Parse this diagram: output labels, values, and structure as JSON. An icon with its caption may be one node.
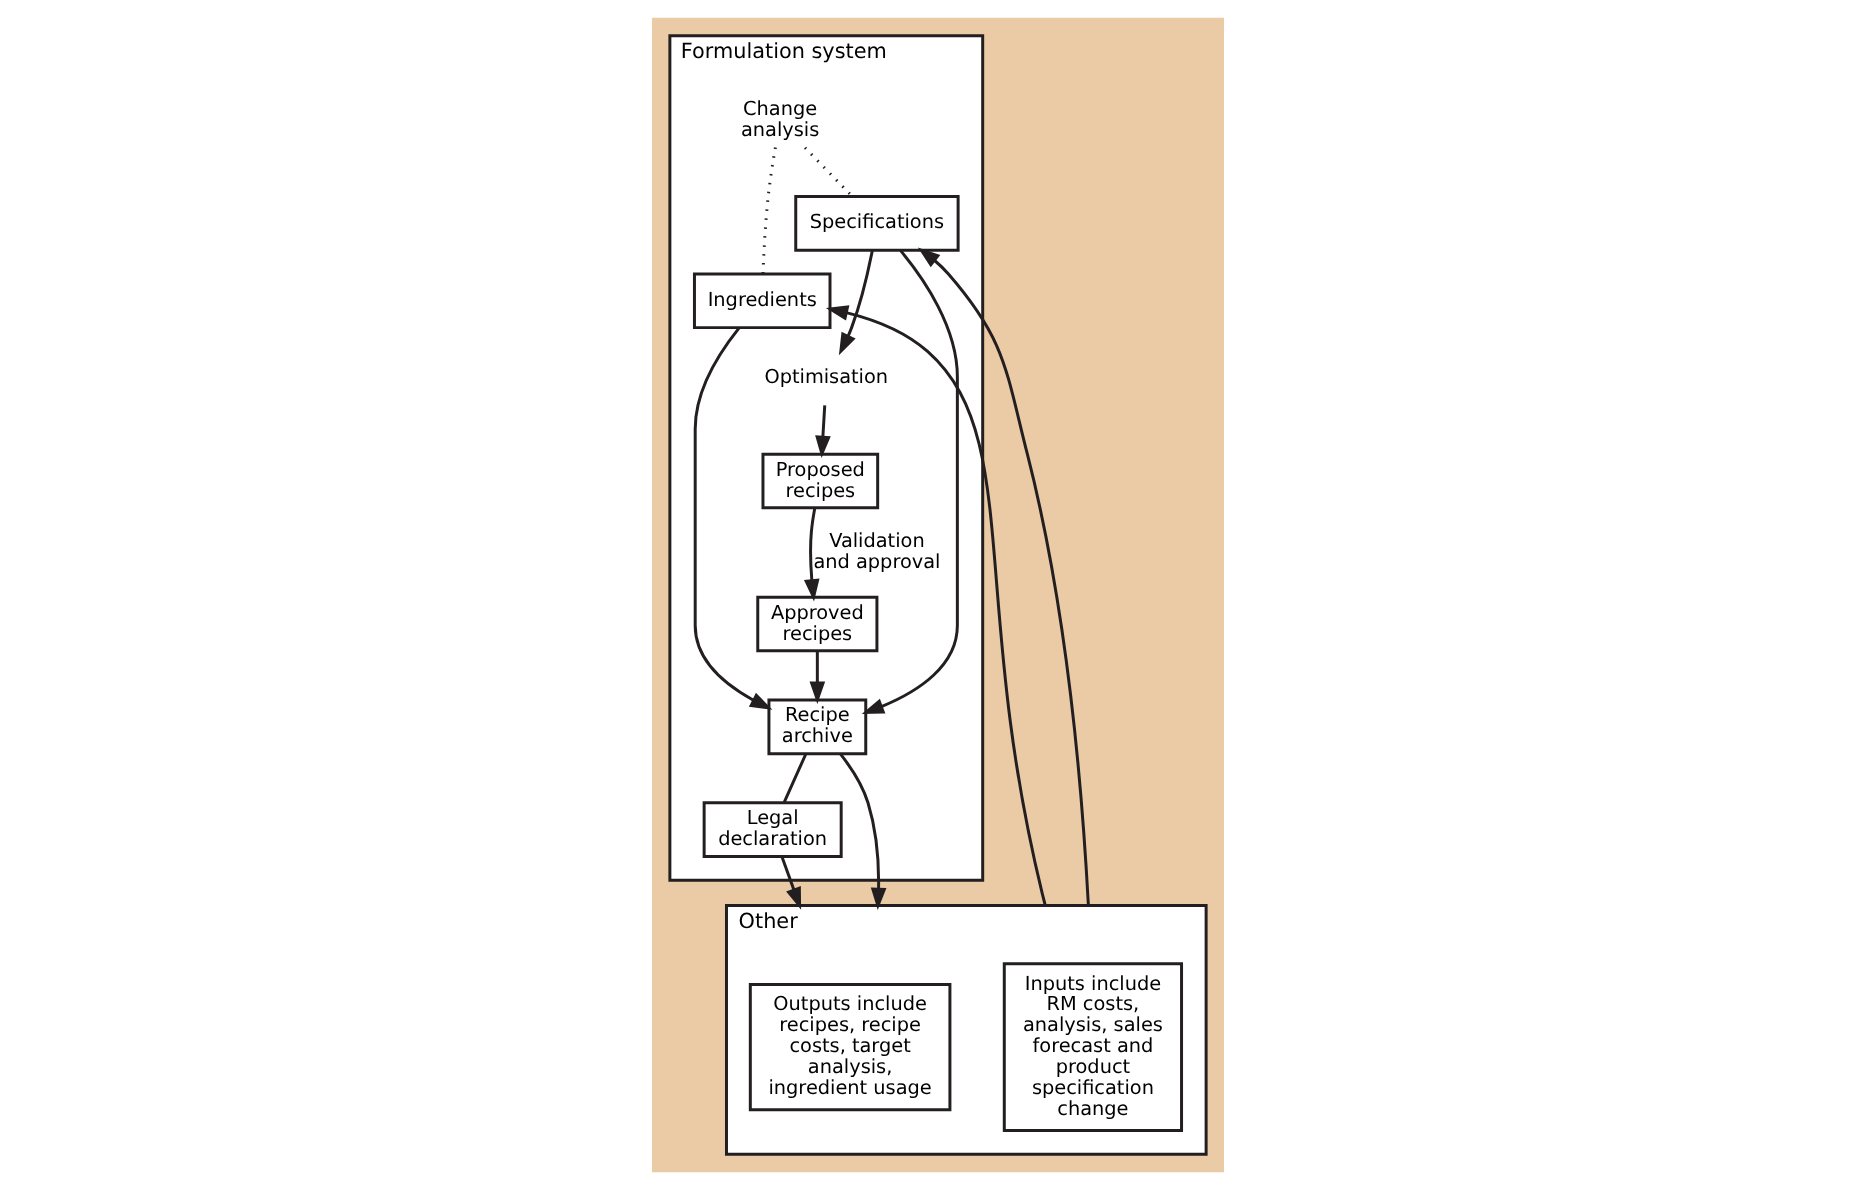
{
  "diagram": {
    "nodes": [
      {
        "text": [
          "Formulation system"
        ]
      },
      {
        "text": [
          "Ingredients"
        ],
        "in": 0
      },
      {
        "text": [
          "Change analysis"
        ],
        "in": 0
      },
      {
        "text": [
          "Specifications"
        ],
        "in": 0
      },
      {
        "text": [
          "Optimisation"
        ],
        "in": 0
      },
      {
        "text": [
          "Proposed recipes"
        ],
        "in": 0
      },
      {
        "text": [
          "Approved recipes"
        ],
        "in": 0
      },
      {
        "text": [
          "Recipe archive"
        ],
        "in": 0
      },
      {
        "text": [
          "Legal declaration"
        ],
        "in": 0
      },
      {
        "text": [
          "Other"
        ]
      },
      {
        "text": [
          "Inputs include RM costs, analysis, sales forecast and product specification change"
        ],
        "in": 9
      },
      {
        "text": [
          "Outputs include recipes, recipe costs, target analysis, ingredient usage"
        ],
        "in": 9
      }
    ],
    "edges": [
      {
        "from": 9,
        "to": 1,
        "arrow": "to"
      },
      {
        "from": 2,
        "to": 1,
        "arrow": "none",
        "style": "dashed"
      },
      {
        "from": 2,
        "to": 3,
        "arrow": "none",
        "style": "dashed"
      },
      {
        "from": 9,
        "to": 3,
        "arrow": "to"
      },
      {
        "from": 1,
        "to": 7,
        "arrow": "to"
      },
      {
        "from": 3,
        "to": 7,
        "arrow": "to"
      },
      {
        "from": 3,
        "to": 4,
        "arrow": "to"
      },
      {
        "from": 4,
        "to": 5,
        "arrow": "to"
      },
      {
        "from": 5,
        "to": 6,
        "arrow": "to",
        "label": "Validation and approval"
      },
      {
        "from": 6,
        "to": 7,
        "arrow": "to"
      },
      {
        "from": 7,
        "to": 8,
        "arrow": "none"
      },
      {
        "from": 7,
        "to": 9,
        "arrow": "to"
      },
      {
        "from": 8,
        "to": 9,
        "arrow": "to"
      }
    ]
  }
}
